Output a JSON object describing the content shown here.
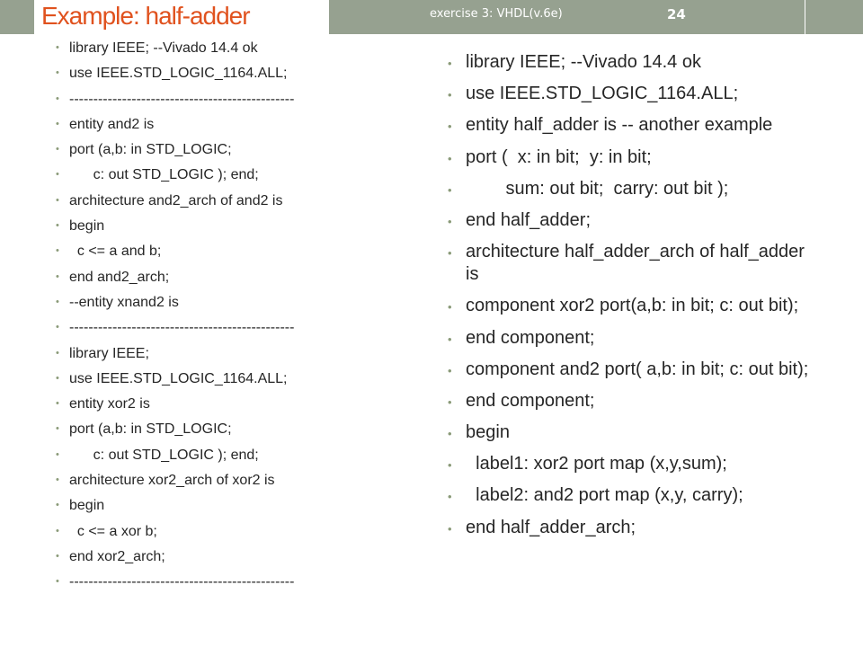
{
  "slide": {
    "title": "Example: half-adder",
    "footer": "exercise 3: VHDL(v.6e)",
    "page_number": "24"
  },
  "left_column": [
    "library IEEE; --Vivado 14.4 ok",
    "use IEEE.STD_LOGIC_1164.ALL;",
    "-----------------------------------------------",
    "entity and2 is",
    "port (a,b: in STD_LOGIC;",
    "      c: out STD_LOGIC ); end;",
    "architecture and2_arch of and2 is",
    "begin",
    "  c <= a and b;",
    "end and2_arch;",
    "--entity xnand2 is",
    "-----------------------------------------------",
    "library IEEE;",
    "use IEEE.STD_LOGIC_1164.ALL;",
    "entity xor2 is",
    "port (a,b: in STD_LOGIC;",
    "      c: out STD_LOGIC ); end;",
    "architecture xor2_arch of xor2 is",
    "begin",
    "  c <= a xor b;",
    "end xor2_arch;",
    "-----------------------------------------------"
  ],
  "right_column": [
    "library IEEE; --Vivado 14.4 ok",
    "use IEEE.STD_LOGIC_1164.ALL;",
    "entity half_adder is -- another example",
    "port (  x: in bit;  y: in bit;",
    "        sum: out bit;  carry: out bit );",
    "end half_adder;",
    "architecture half_adder_arch of half_adder is",
    "component xor2 port(a,b: in bit; c: out bit);",
    "end component;",
    "component and2 port( a,b: in bit; c: out bit);",
    "end component;",
    "begin",
    "  label1: xor2 port map (x,y,sum);",
    "  label2: and2 port map (x,y, carry);",
    "end half_adder_arch;"
  ]
}
